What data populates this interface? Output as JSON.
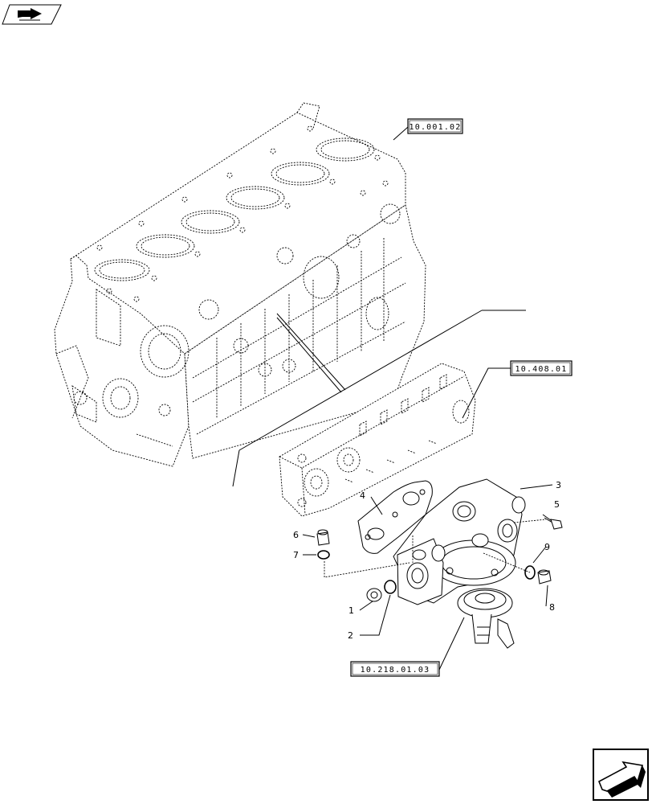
{
  "references": {
    "ref_engine_block": "10.001.02",
    "ref_manifold": "10.408.01",
    "ref_thermostat": "10.218.01.03"
  },
  "callouts": [
    "1",
    "2",
    "3",
    "4",
    "5",
    "6",
    "7",
    "8",
    "9"
  ],
  "icons": {
    "top_left": "book-arrow-icon",
    "bottom_right": "next-page-arrow-icon"
  }
}
